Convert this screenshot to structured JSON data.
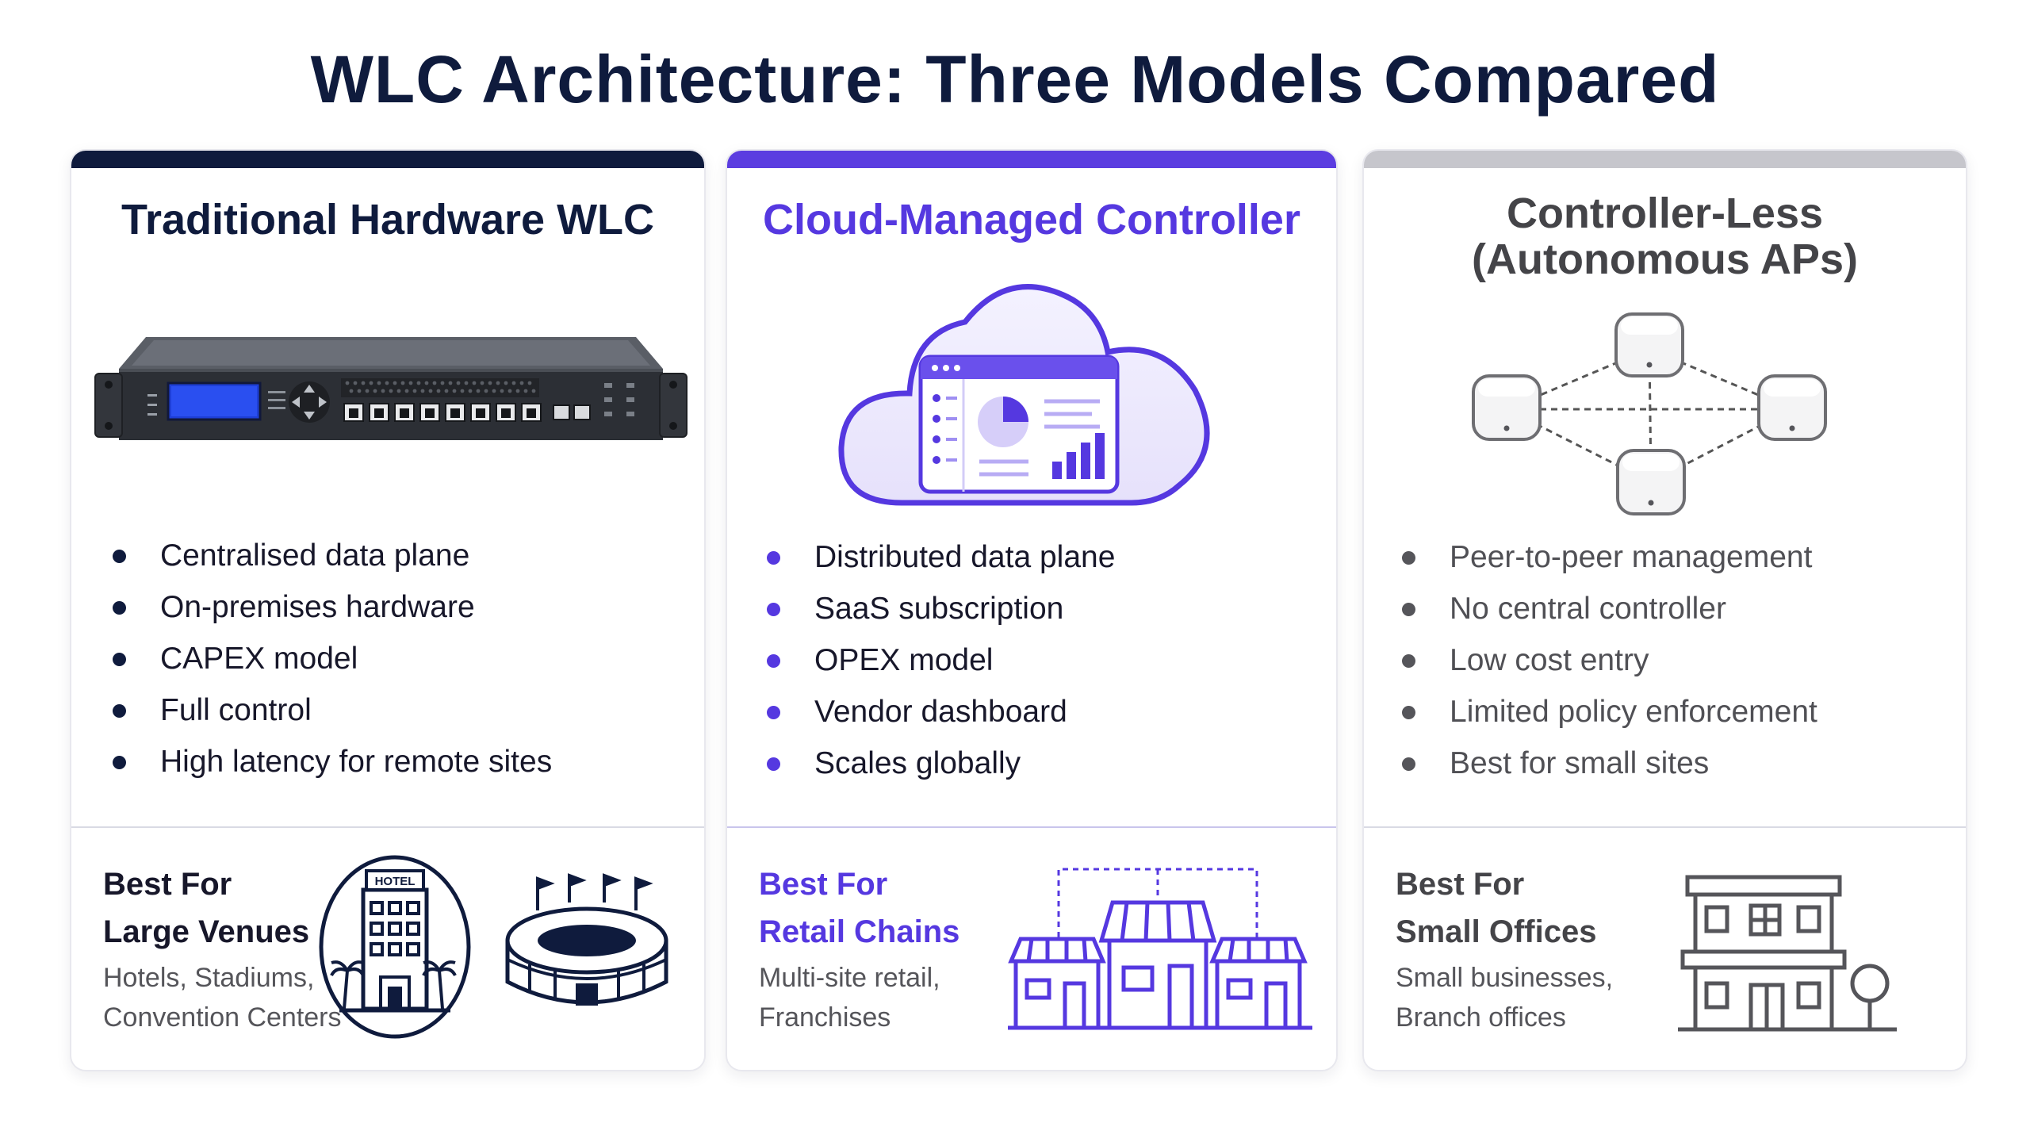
{
  "page": {
    "title": "WLC Architecture: Three Models Compared"
  },
  "colors": {
    "navy": "#0f1b3d",
    "purple": "#5538e0",
    "gray": "#c6c6cc"
  },
  "cards": [
    {
      "title": "Traditional Hardware WLC",
      "illustration": "rack-controller-icon",
      "bullets": [
        "Centralised data plane",
        "On-premises hardware",
        "CAPEX model",
        "Full control",
        "High latency for remote sites"
      ],
      "best_label": "Best For\nLarge Venues",
      "best_desc": "Hotels, Stadiums,\nConvention Centers",
      "badge_text": "HOTEL",
      "icons": [
        "hotel-icon",
        "stadium-icon"
      ]
    },
    {
      "title": "Cloud-Managed Controller",
      "illustration": "cloud-dashboard-icon",
      "bullets": [
        "Distributed data plane",
        "SaaS subscription",
        "OPEX model",
        "Vendor dashboard",
        "Scales globally"
      ],
      "best_label": "Best For\nRetail Chains",
      "best_desc": "Multi-site retail,\nFranchises",
      "icons": [
        "retail-stores-icon"
      ]
    },
    {
      "title": "Controller-Less\n(Autonomous APs)",
      "illustration": "mesh-access-points-icon",
      "bullets": [
        "Peer-to-peer management",
        "No central controller",
        "Low cost entry",
        "Limited policy enforcement",
        "Best for small sites"
      ],
      "best_label": "Best For\nSmall Offices",
      "best_desc": "Small businesses,\nBranch offices",
      "icons": [
        "office-building-icon"
      ]
    }
  ]
}
